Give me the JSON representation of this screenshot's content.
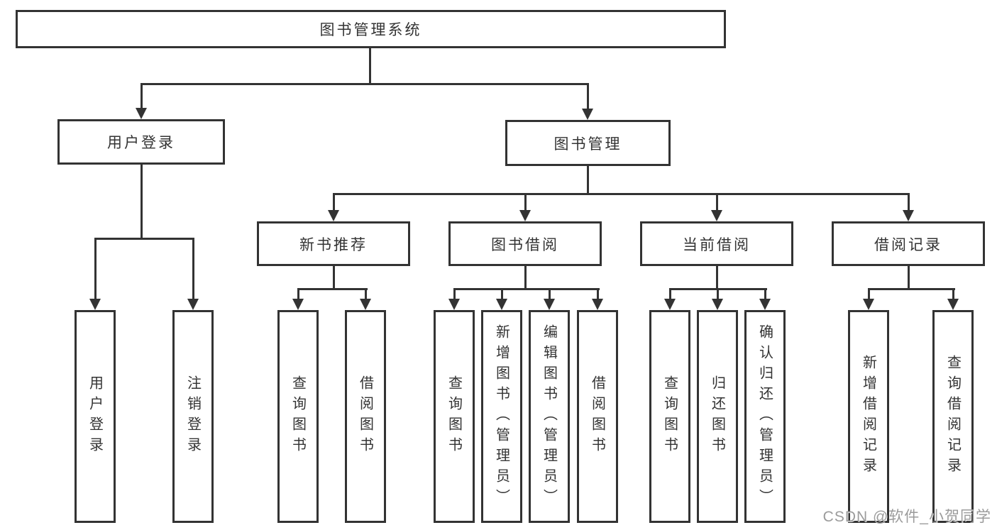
{
  "diagram": {
    "root": "图书管理系统",
    "level2": {
      "user_login": "用户登录",
      "book_mgmt": "图书管理"
    },
    "level3": [
      "新书推荐",
      "图书借阅",
      "当前借阅",
      "借阅记录"
    ],
    "leaves": {
      "user_login": [
        "用户登录",
        "注销登录"
      ],
      "new_book": [
        "查询图书",
        "借阅图书"
      ],
      "book_borrow": [
        "查询图书",
        "新增图书（管理员）",
        "编辑图书（管理员）",
        "借阅图书"
      ],
      "current_borrow": [
        "查询图书",
        "归还图书",
        "确认归还（管理员）"
      ],
      "borrow_record": [
        "新增借阅记录",
        "查询借阅记录"
      ]
    }
  },
  "colors": {
    "line": "#333333",
    "text": "#333333",
    "box_background": "#ffffff",
    "watermark": "#9b9b9b"
  },
  "watermark": "CSDN @软件_小贺同学"
}
